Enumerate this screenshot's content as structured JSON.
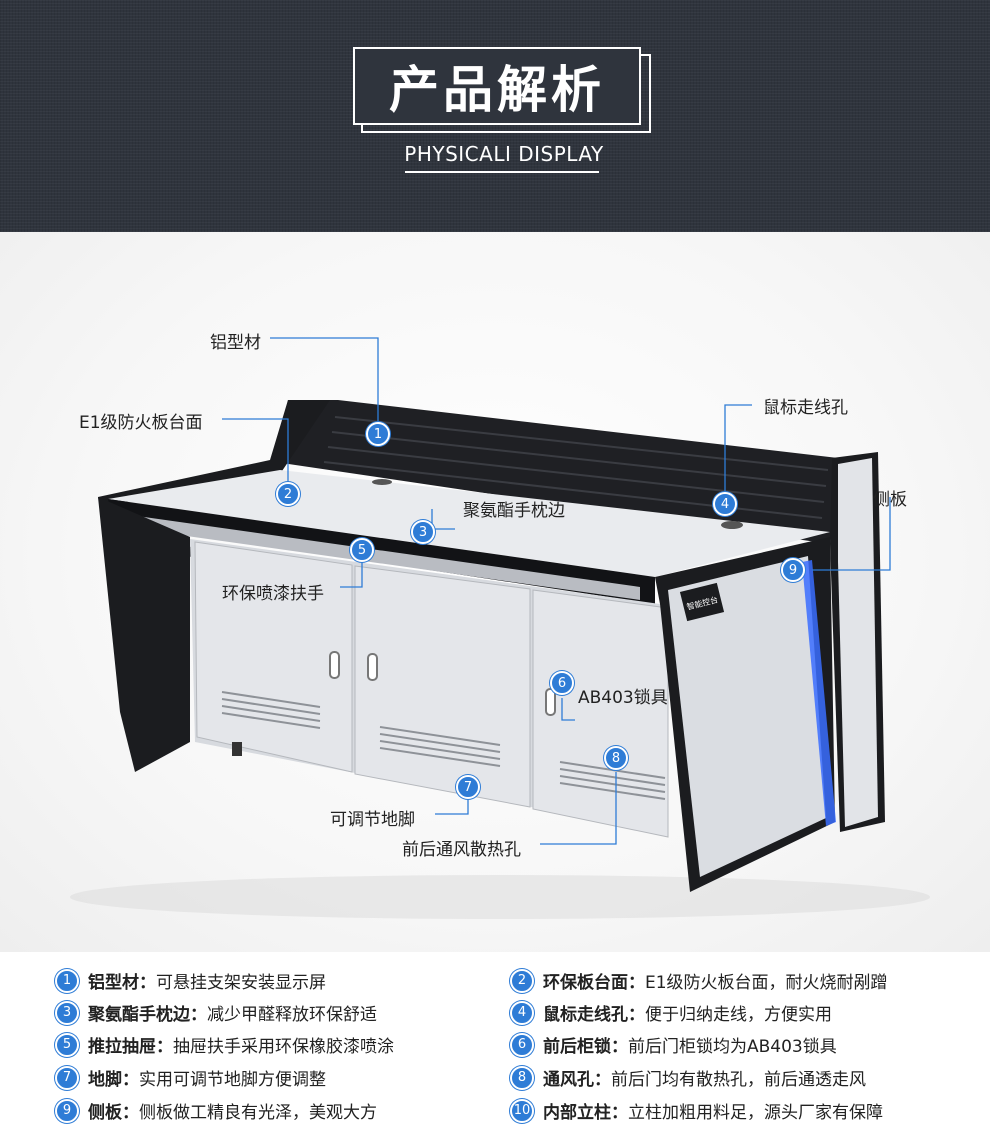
{
  "header": {
    "title": "产品解析",
    "subtitle": "PHYSICALI DISPLAY"
  },
  "callouts": [
    {
      "num": "1",
      "label": "铝型材"
    },
    {
      "num": "2",
      "label": "E1级防火板台面"
    },
    {
      "num": "3",
      "label": "聚氨酯手枕边"
    },
    {
      "num": "4",
      "label": "鼠标走线孔"
    },
    {
      "num": "5",
      "label": "环保喷漆扶手"
    },
    {
      "num": "6",
      "label": "AB403锁具"
    },
    {
      "num": "7",
      "label": "可调节地脚"
    },
    {
      "num": "8",
      "label": "前后通风散热孔"
    },
    {
      "num": "9",
      "label": "侧板"
    }
  ],
  "brand_logo": "智能控台",
  "features": [
    {
      "num": "1",
      "name": "铝型材：",
      "desc": "可悬挂支架安装显示屏"
    },
    {
      "num": "2",
      "name": "环保板台面：",
      "desc": "E1级防火板台面，耐火烧耐剐蹭"
    },
    {
      "num": "3",
      "name": "聚氨酯手枕边：",
      "desc": "减少甲醛释放环保舒适"
    },
    {
      "num": "4",
      "name": "鼠标走线孔：",
      "desc": "便于归纳走线，方便实用"
    },
    {
      "num": "5",
      "name": "推拉抽屉：",
      "desc": "抽屉扶手采用环保橡胶漆喷涂"
    },
    {
      "num": "6",
      "name": "前后柜锁：",
      "desc": "前后门柜锁均为AB403锁具"
    },
    {
      "num": "7",
      "name": "地脚：",
      "desc": "实用可调节地脚方便调整"
    },
    {
      "num": "8",
      "name": "通风孔：",
      "desc": "前后门均有散热孔，前后通透走风"
    },
    {
      "num": "9",
      "name": "侧板：",
      "desc": "侧板做工精良有光泽，美观大方"
    },
    {
      "num": "10",
      "name": "内部立柱：",
      "desc": "立柱加粗用料足，源头厂家有保障"
    }
  ],
  "colors": {
    "header_bg": "#2f343d",
    "accent_blue": "#2e7cd6",
    "desk_black": "#1b1c1f",
    "desk_panel": "#e6e8eb"
  }
}
